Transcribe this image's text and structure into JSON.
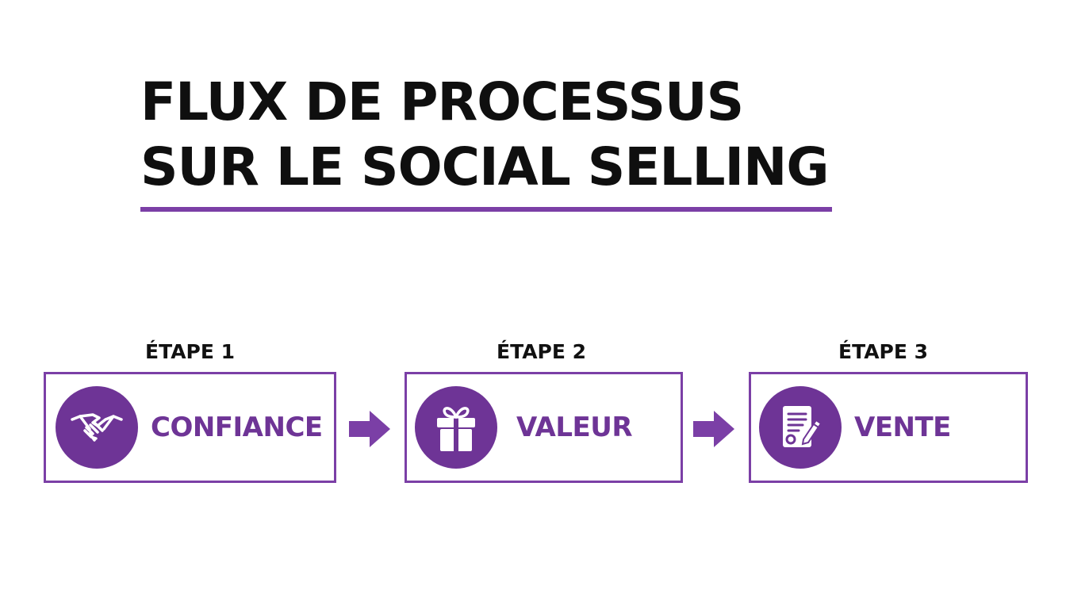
{
  "title": {
    "line1": "FLUX DE PROCESSUS",
    "line2": "SUR LE SOCIAL SELLING"
  },
  "colors": {
    "accent": "#7b3fa6",
    "icon_circle": "#6e3496",
    "text_dark": "#111111",
    "background": "#ffffff"
  },
  "steps": [
    {
      "label": "ÉTAPE 1",
      "name": "CONFIANCE",
      "icon": "handshake-icon"
    },
    {
      "label": "ÉTAPE 2",
      "name": "VALEUR",
      "icon": "gift-icon"
    },
    {
      "label": "ÉTAPE 3",
      "name": "VENTE",
      "icon": "contract-icon"
    }
  ]
}
